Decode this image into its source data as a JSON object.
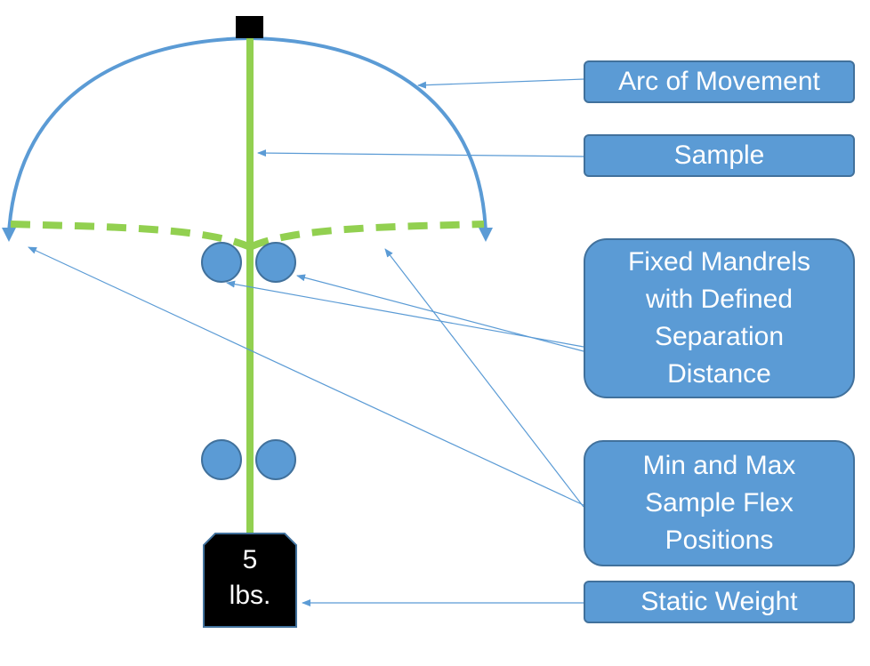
{
  "callouts": {
    "arc_of_movement": "Arc of Movement",
    "sample": "Sample",
    "fixed_mandrels": "Fixed Mandrels\nwith Defined\nSeparation\nDistance",
    "flex_positions": "Min and Max\nSample Flex\nPositions",
    "static_weight": "Static Weight"
  },
  "weight": {
    "label": "5\nlbs."
  },
  "colors": {
    "sample_green": "#92d050",
    "callout_blue": "#5b9bd5",
    "callout_border": "#41719c",
    "arc_blue": "#5b9bd5",
    "weight_black": "#000000"
  }
}
